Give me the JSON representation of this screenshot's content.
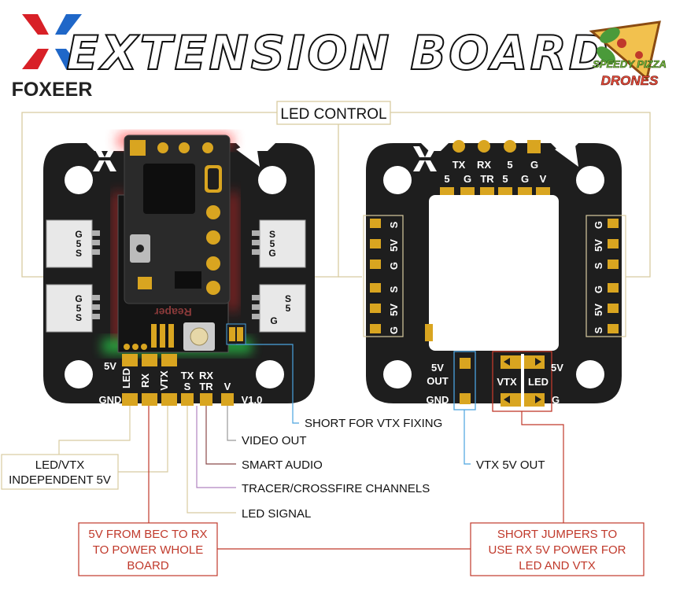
{
  "header": {
    "brand": "FOXEER",
    "title": "EXTENSION BOARD",
    "badge_top": "SPEEDY PIZZA",
    "badge_bottom": "DRONES"
  },
  "colors": {
    "board": "#1e1e1e",
    "gold": "#d9a520",
    "brand_red": "#d82027",
    "brand_blue": "#1f67c8",
    "tan_line": "#d8cba0",
    "red_line": "#c0392b",
    "blue_line": "#4aa3df"
  },
  "callouts": {
    "led_control": "LED CONTROL",
    "short_vtx": "SHORT FOR VTX FIXING",
    "video_out": "VIDEO OUT",
    "smart_audio": "SMART AUDIO",
    "tracer": "TRACER/CROSSFIRE CHANNELS",
    "led_signal": "LED SIGNAL",
    "led_vtx_1": "LED/VTX",
    "led_vtx_2": "INDEPENDENT 5V",
    "bec_1": "5V FROM BEC TO RX",
    "bec_2": "TO POWER WHOLE",
    "bec_3": "BOARD",
    "vtx5v_out": "VTX 5V OUT",
    "jumper_1": "SHORT JUMPERS TO",
    "jumper_2": "USE RX 5V POWER FOR",
    "jumper_3": "LED AND VTX"
  },
  "front": {
    "connector_labels": [
      "G",
      "5",
      "S"
    ],
    "right_conn_top": [
      "S",
      "5",
      "G"
    ],
    "right_conn_bottom": [
      "S",
      "5",
      "G"
    ],
    "rx_module": "Reaper",
    "pins": {
      "v5": "5V",
      "gnd": "GND",
      "led": "LED",
      "rx": "RX",
      "vtx": "VTX",
      "tx": "TX",
      "s": "S",
      "rx2": "RX",
      "tr": "TR",
      "v": "V"
    },
    "version": "V1.0"
  },
  "back": {
    "top_row1": [
      "TX",
      "RX",
      "5",
      "G"
    ],
    "top_row2": [
      "5",
      "G",
      "TR",
      "5",
      "G",
      "V"
    ],
    "left_col": [
      "S",
      "5V",
      "G",
      "S",
      "5V",
      "G"
    ],
    "right_col": [
      "G",
      "5V",
      "S",
      "G",
      "5V",
      "S"
    ],
    "v5": "5V",
    "out": "OUT",
    "gnd": "GND",
    "vtx": "VTX",
    "led": "LED",
    "v5r": "5V",
    "g": "G"
  }
}
